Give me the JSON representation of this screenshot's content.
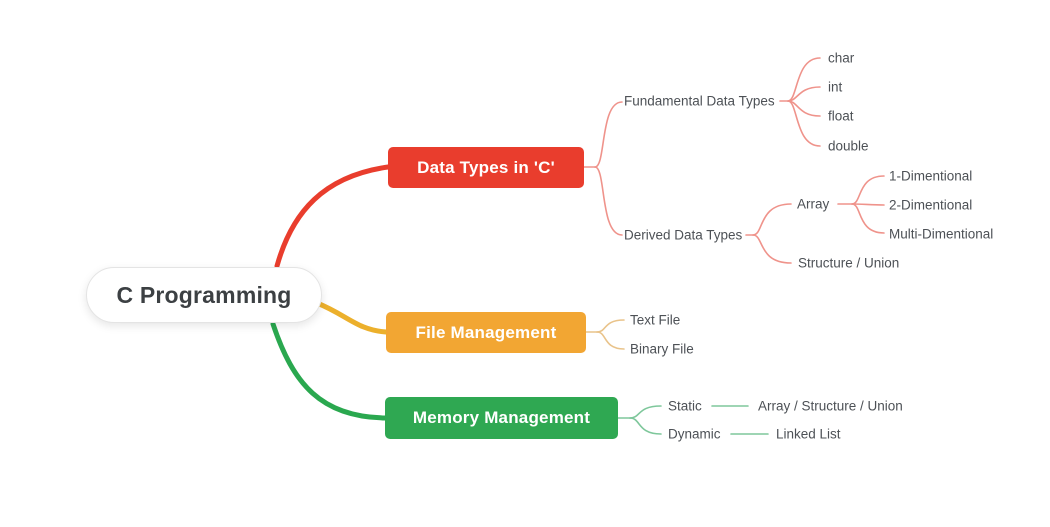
{
  "mindmap": {
    "background": "#ffffff",
    "text_color": "#4d5156",
    "root": {
      "label": "C Programming"
    },
    "branches": [
      {
        "label": "Data Types in 'C'",
        "color": "#e93d2d",
        "connector_color": "#ef938b",
        "children": [
          {
            "label": "Fundamental Data Types",
            "children": [
              {
                "label": "char"
              },
              {
                "label": "int"
              },
              {
                "label": "float"
              },
              {
                "label": "double"
              }
            ]
          },
          {
            "label": "Derived Data Types",
            "children": [
              {
                "label": "Array",
                "children": [
                  {
                    "label": "1-Dimentional"
                  },
                  {
                    "label": "2-Dimentional"
                  },
                  {
                    "label": "Multi-Dimentional"
                  }
                ]
              },
              {
                "label": "Structure / Union"
              }
            ]
          }
        ]
      },
      {
        "label": "File Management",
        "color": "#f2a633",
        "connector_color": "#e9c38a",
        "children": [
          {
            "label": "Text File"
          },
          {
            "label": "Binary File"
          }
        ]
      },
      {
        "label": "Memory Management",
        "color": "#2fa852",
        "connector_color": "#7ec79b",
        "children": [
          {
            "label": "Static",
            "children": [
              {
                "label": "Array / Structure / Union"
              }
            ]
          },
          {
            "label": "Dynamic",
            "children": [
              {
                "label": "Linked List"
              }
            ]
          }
        ]
      }
    ]
  }
}
